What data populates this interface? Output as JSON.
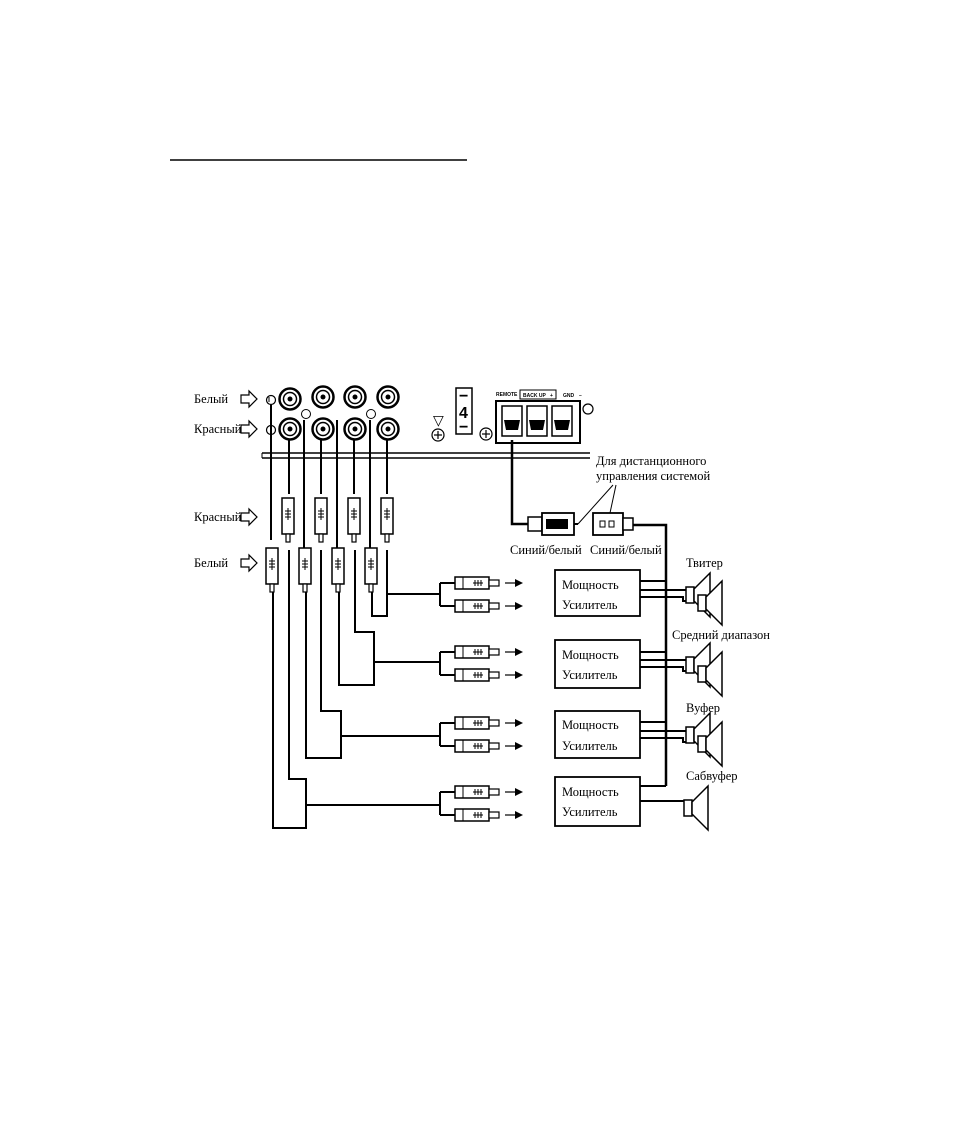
{
  "labels": {
    "white_top": "Белый",
    "red_top": "Красный",
    "red_plugs": "Красный",
    "white_plugs": "Белый",
    "remote_note_1": "Для дистанционного",
    "remote_note_2": "управления системой",
    "wire_left": "Синий/белый",
    "wire_right": "Синий/белый"
  },
  "panel": {
    "remote": "REMOTE",
    "backup": "BACK UP",
    "gnd": "GND",
    "plus": "+",
    "minus": "−",
    "fuse_value": "4"
  },
  "amplifiers": [
    {
      "line1": "Мощность",
      "line2": "Усилитель",
      "speaker": "Твитер"
    },
    {
      "line1": "Мощность",
      "line2": "Усилитель",
      "speaker": "Средний диапазон"
    },
    {
      "line1": "Мощность",
      "line2": "Усилитель",
      "speaker": "Вуфер"
    },
    {
      "line1": "Мощность",
      "line2": "Усилитель",
      "speaker": "Сабвуфер"
    }
  ]
}
